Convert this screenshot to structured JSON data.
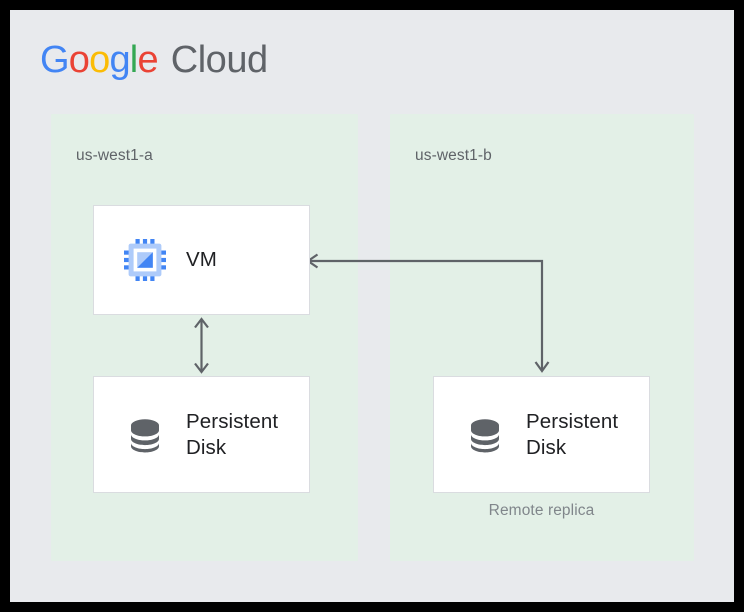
{
  "logo": {
    "name": "Google Cloud",
    "google_letters": [
      {
        "char": "G",
        "color": "#4285F4"
      },
      {
        "char": "o",
        "color": "#EA4335"
      },
      {
        "char": "o",
        "color": "#FBBC05"
      },
      {
        "char": "g",
        "color": "#4285F4"
      },
      {
        "char": "l",
        "color": "#34A853"
      },
      {
        "char": "e",
        "color": "#EA4335"
      }
    ],
    "suffix": "Cloud",
    "suffix_color": "#5F6368"
  },
  "colors": {
    "page_background": "#E8EAED",
    "zone_fill": "#E3F0E7",
    "card_fill": "#FFFFFF",
    "card_border": "#DADCE0",
    "arrow": "#5F6368",
    "primary_text": "#202124",
    "secondary_text": "#5F6368",
    "muted_text": "#80868B",
    "vm_icon_blue": "#4285F4",
    "vm_icon_light_blue": "#AECBFA",
    "disk_icon_gray": "#5F6368"
  },
  "zones": [
    {
      "id": "zone-a",
      "label": "us-west1-a",
      "resources": [
        {
          "id": "vm",
          "label": "VM",
          "icon": "cpu-chip-icon"
        },
        {
          "id": "persistent-disk-a",
          "label": "Persistent Disk",
          "icon": "database-disk-icon"
        }
      ]
    },
    {
      "id": "zone-b",
      "label": "us-west1-b",
      "resources": [
        {
          "id": "persistent-disk-b",
          "label": "Persistent Disk",
          "icon": "database-disk-icon",
          "caption": "Remote replica"
        }
      ]
    }
  ],
  "connections": [
    {
      "id": "vm-to-disk",
      "from": "vm",
      "to": "persistent-disk-a",
      "style": "double-headed-vertical-arrow"
    },
    {
      "id": "replica-to-vm",
      "from": "persistent-disk-b",
      "to": "vm",
      "style": "elbow-double-headed-arrow"
    }
  ]
}
